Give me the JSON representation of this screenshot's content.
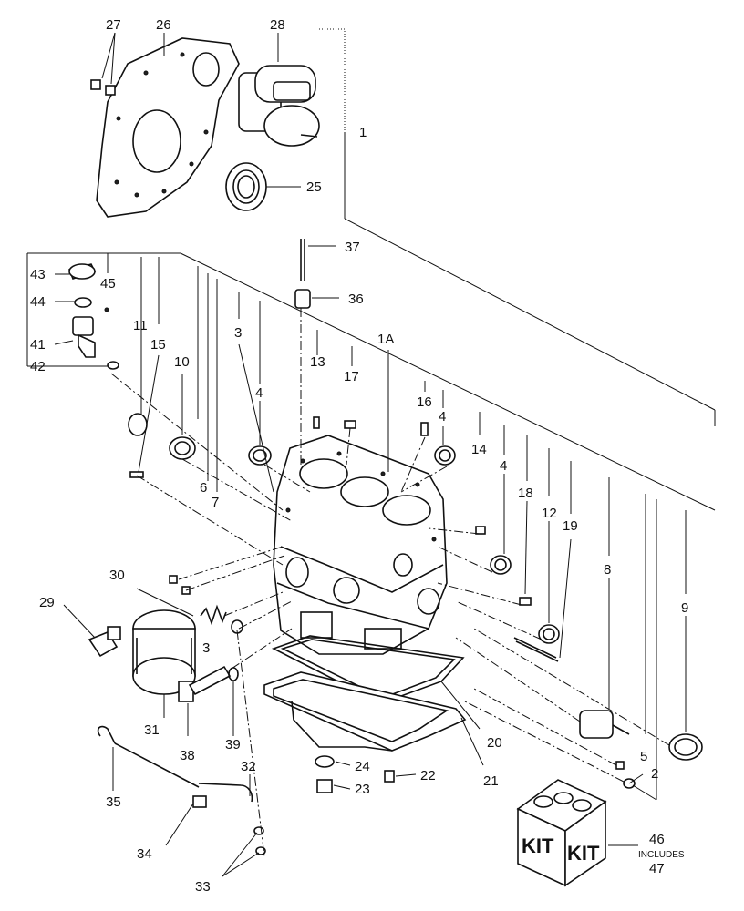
{
  "diagram": {
    "callouts": {
      "c1": "1",
      "c1a": "1A",
      "c2": "2",
      "c3a": "3",
      "c3b": "3",
      "c4a": "4",
      "c4b": "4",
      "c4c": "4",
      "c5": "5",
      "c6": "6",
      "c7": "7",
      "c8": "8",
      "c9": "9",
      "c10": "10",
      "c11": "11",
      "c12": "12",
      "c13": "13",
      "c14": "14",
      "c15": "15",
      "c16": "16",
      "c17": "17",
      "c18": "18",
      "c19": "19",
      "c20": "20",
      "c21": "21",
      "c22": "22",
      "c23": "23",
      "c24": "24",
      "c25": "25",
      "c26": "26",
      "c27": "27",
      "c28": "28",
      "c29": "29",
      "c30": "30",
      "c31": "31",
      "c32": "32",
      "c33": "33",
      "c34": "34",
      "c35": "35",
      "c36": "36",
      "c37": "37",
      "c38": "38",
      "c39": "39",
      "c41": "41",
      "c42": "42",
      "c43": "43",
      "c44": "44",
      "c45": "45",
      "c46": "46",
      "c47": "47"
    },
    "kit": {
      "label_left": "KIT",
      "label_right": "KIT",
      "includes": "INCLUDES"
    }
  }
}
